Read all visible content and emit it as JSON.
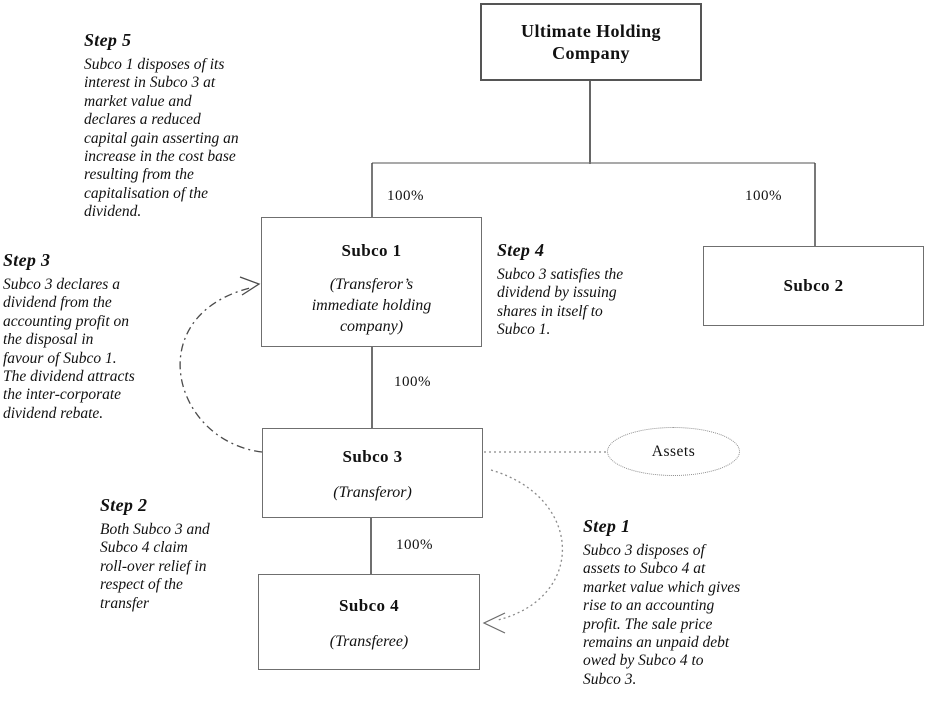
{
  "nodes": {
    "uhc": {
      "title": "Ultimate Holding Company"
    },
    "subco1": {
      "title": "Subco 1",
      "subtitle": "(Transferor’s\nimmediate holding\ncompany)"
    },
    "subco2": {
      "title": "Subco 2"
    },
    "subco3": {
      "title": "Subco 3",
      "subtitle": "(Transferor)"
    },
    "subco4": {
      "title": "Subco 4",
      "subtitle": "(Transferee)"
    },
    "assets": {
      "label": "Assets"
    }
  },
  "ownership": {
    "uhc_subco1": "100%",
    "uhc_subco2": "100%",
    "subco1_subco3": "100%",
    "subco3_subco4": "100%"
  },
  "steps": [
    {
      "heading": "Step 1",
      "body": "Subco 3 disposes of\nassets to Subco 4 at\nmarket value which gives\nrise to an accounting\nprofit.  The sale price\nremains an unpaid debt\nowed by Subco 4 to\nSubco 3."
    },
    {
      "heading": "Step 2",
      "body": "Both Subco 3 and\nSubco 4 claim\nroll-over relief in\nrespect of the\ntransfer"
    },
    {
      "heading": "Step 3",
      "body": "Subco 3 declares a\ndividend from the\naccounting profit on\nthe disposal in\nfavour of Subco 1.\nThe dividend attracts\nthe inter-corporate\ndividend rebate."
    },
    {
      "heading": "Step 4",
      "body": "Subco 3 satisfies the\ndividend by issuing\nshares in itself to\nSubco 1."
    },
    {
      "heading": "Step 5",
      "body": "Subco 1 disposes of its\ninterest in Subco 3 at\nmarket value and\ndeclares a reduced\ncapital gain asserting an\nincrease in the cost base\nresulting from the\ncapitalisation of the\ndividend."
    }
  ],
  "colors": {
    "background": "#ffffff",
    "text": "#111111",
    "box_border": "#6f6f6f",
    "connector": "#3f3f3f",
    "dotted": "#888888"
  }
}
